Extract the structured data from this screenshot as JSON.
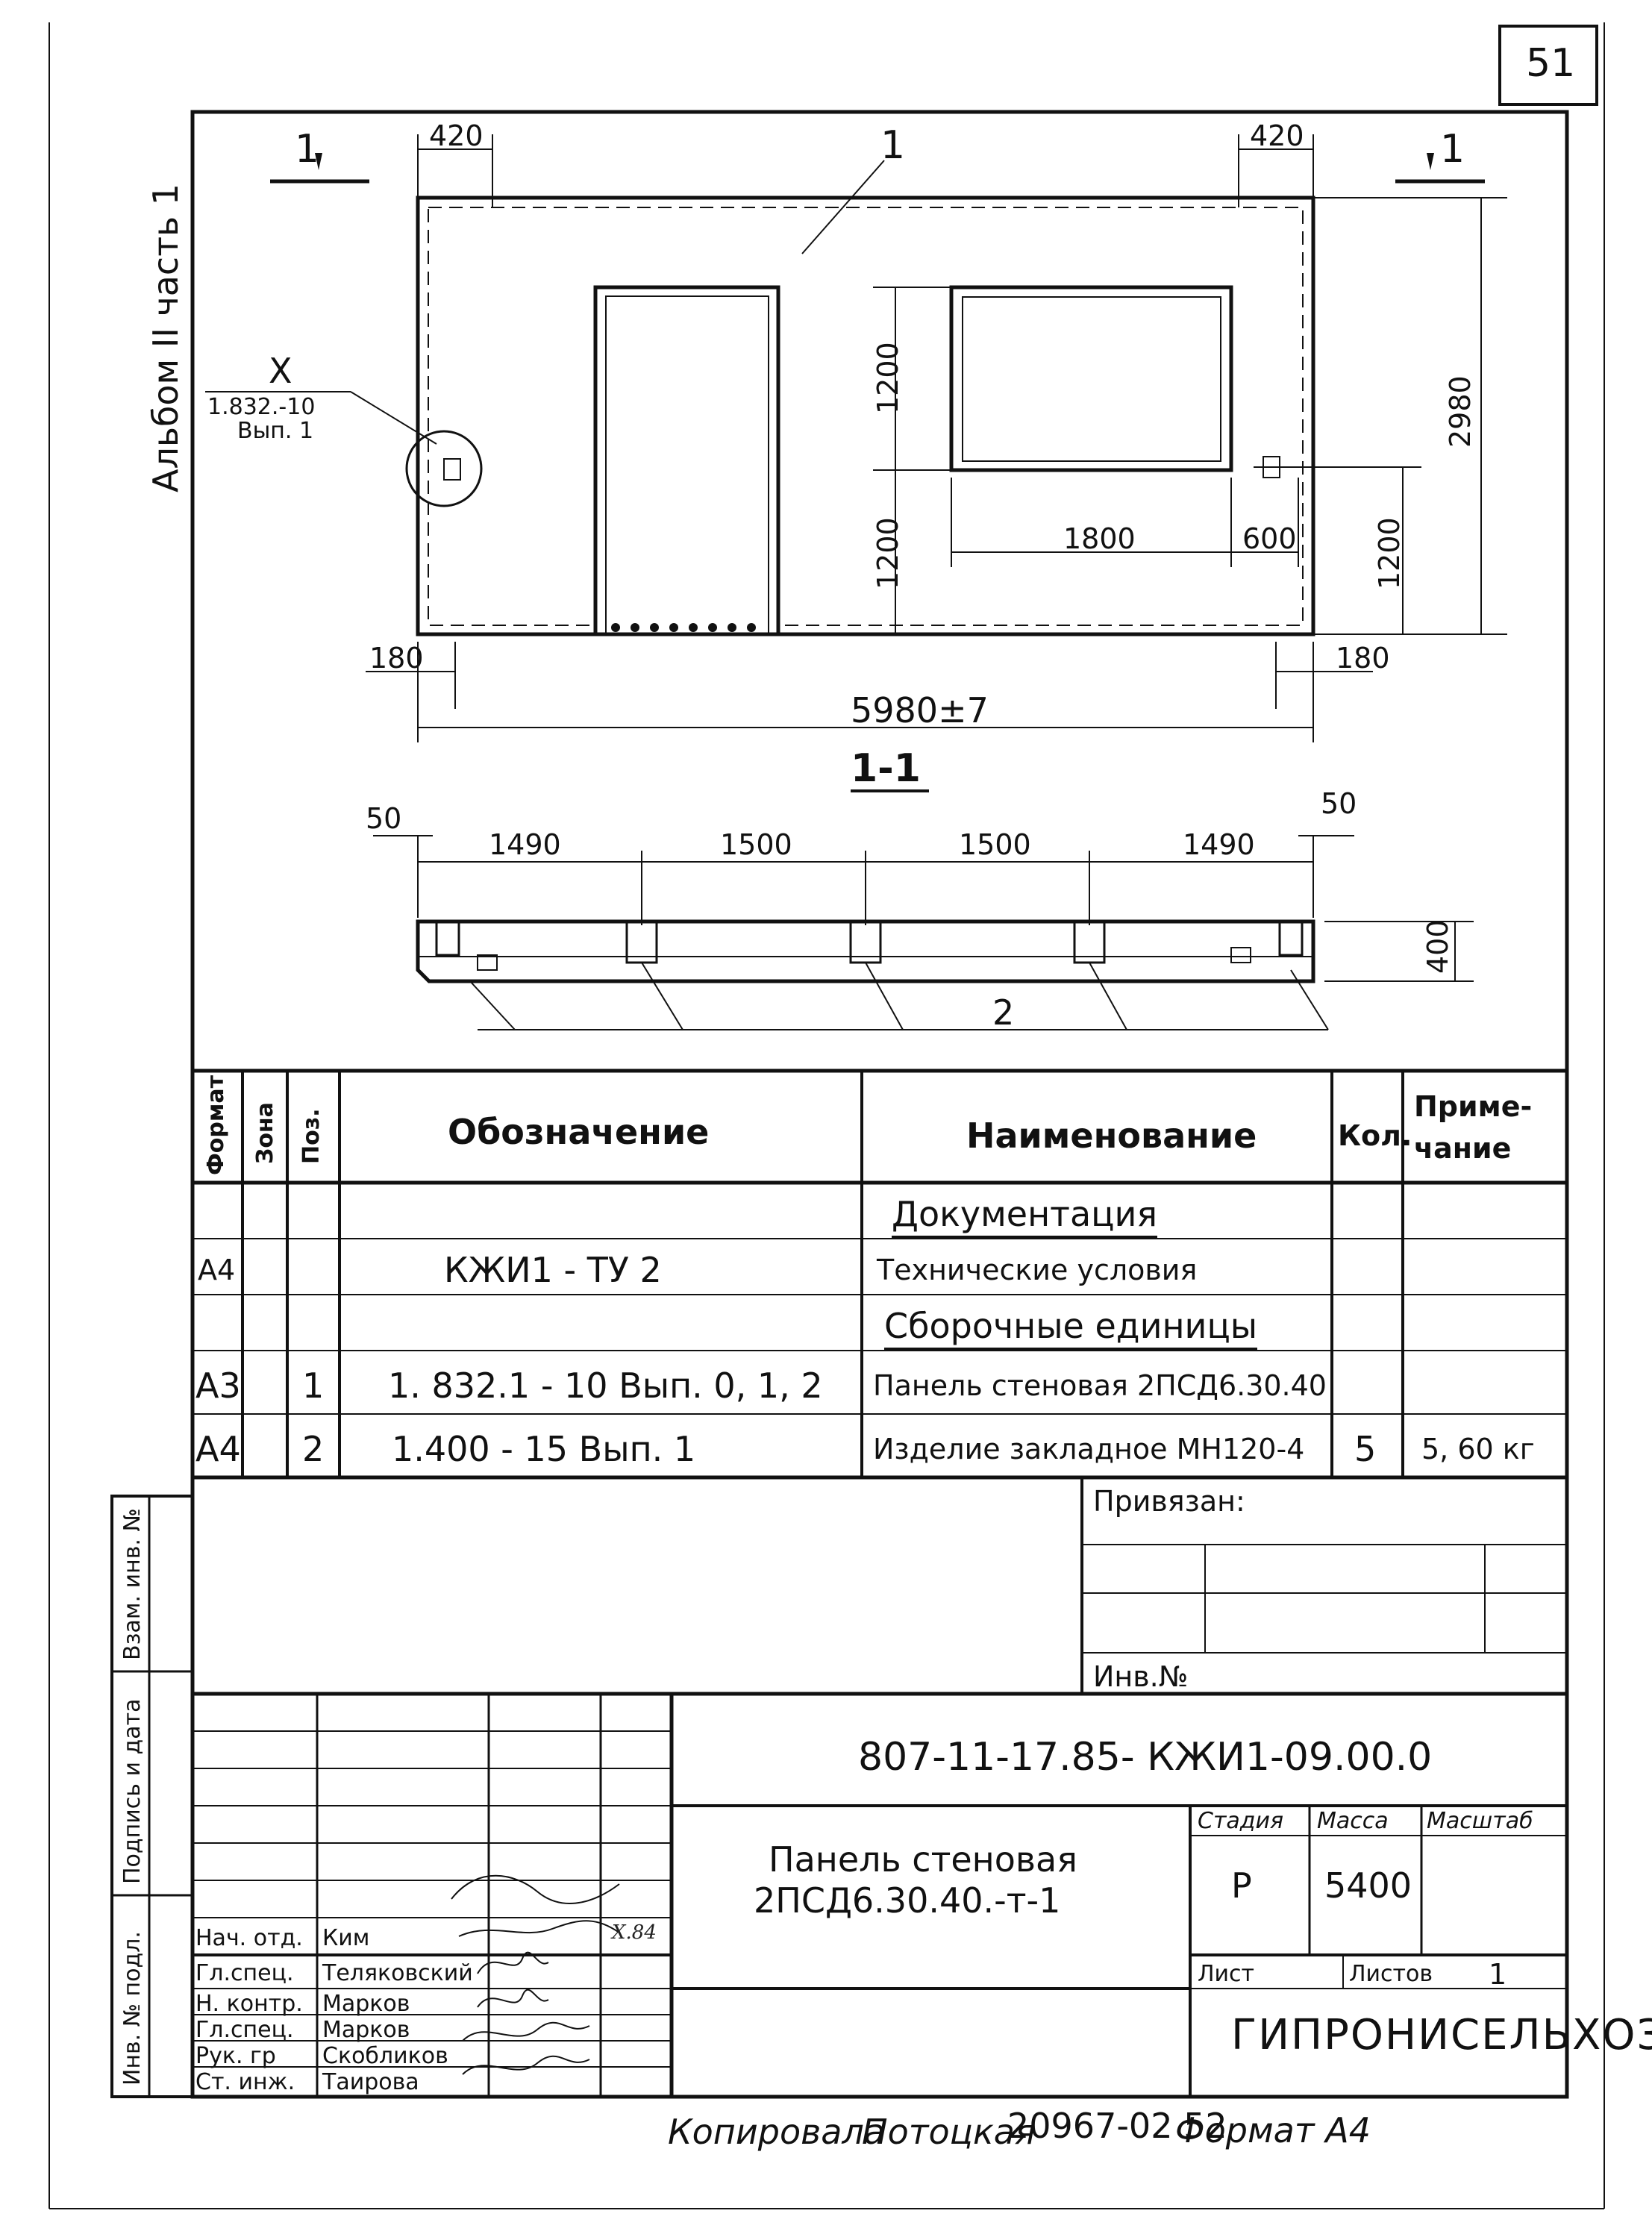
{
  "sheet_number": "51",
  "album_label": "Альбом II часть 1",
  "drawing": {
    "section_mark_left": "1",
    "section_mark_right": "1",
    "position_1": "1",
    "position_2": "2",
    "node_callout": {
      "mark": "X",
      "ref": "1.832.-10",
      "issue": "Вып. 1"
    },
    "dims": {
      "d420_left": "420",
      "d420_right": "420",
      "d1200_top": "1200",
      "d1200_bottom": "1200",
      "d1200_right": "1200",
      "d2980": "2980",
      "d1800": "1800",
      "d600": "600",
      "d180_left": "180",
      "d180_right": "180",
      "d5980": "5980±7"
    },
    "section_title": "1-1",
    "section_dims": {
      "d50_left": "50",
      "d50_right": "50",
      "d1490_a": "1490",
      "d1500_a": "1500",
      "d1500_b": "1500",
      "d1490_b": "1490",
      "d400": "400"
    }
  },
  "spec": {
    "headers": {
      "format": "Формат",
      "zone": "Зона",
      "pos": "Поз.",
      "designation": "Обозначение",
      "name": "Наименование",
      "qty": "Кол.",
      "note": "Приме- чание"
    },
    "section_doc": "Документация",
    "section_units": "Сборочные единицы",
    "rows": [
      {
        "format": "А4",
        "pos": "",
        "designation": "КЖИ1 - ТУ 2",
        "name": "Технические условия",
        "qty": "",
        "note": ""
      },
      {
        "format": "А3",
        "pos": "1",
        "designation": "1. 832.1 - 10    Вып. 0, 1, 2",
        "name": "Панель стеновая 2ПСД6.30.40",
        "qty": "",
        "note": ""
      },
      {
        "format": "А4",
        "pos": "2",
        "designation": "1.400 - 15     Вып. 1",
        "name": "Изделие закладное МН120-4",
        "qty": "5",
        "note": "5, 60 кг"
      }
    ]
  },
  "binding": {
    "attached": "Привязан:",
    "inv": "Инв.№"
  },
  "side_stamp": {
    "vzam": "Взам. инв. №",
    "podpis": "Подпись и дата",
    "inv_podl": "Инв. № подл."
  },
  "title_block": {
    "code": "807-11-17.85- КЖИ1-09.00.0",
    "title_line1": "Панель стеновая",
    "title_line2": "2ПСД6.30.40.-т-1",
    "stage_label": "Стадия",
    "mass_label": "Масса",
    "scale_label": "Масштаб",
    "stage": "Р",
    "mass": "5400",
    "sheet_label": "Лист",
    "sheets_label": "Листов",
    "sheets": "1",
    "org": "ГИПРОНИСЕЛЬХОЗ",
    "staff": [
      {
        "role": "Нач. отд.",
        "name": "Ким"
      },
      {
        "role": "Гл.спец.",
        "name": "Теляковский"
      },
      {
        "role": "Н. контр.",
        "name": "Марков"
      },
      {
        "role": "Гл.спец.",
        "name": "Марков"
      },
      {
        "role": "Рук. гр",
        "name": "Скобликов"
      },
      {
        "role": "Ст. инж.",
        "name": "Таирова"
      }
    ],
    "date_note": "X.84"
  },
  "footer": {
    "copied": "Копировала",
    "copier": "Потоцкая",
    "number": "20967-02 52",
    "format": "Формат А4"
  }
}
